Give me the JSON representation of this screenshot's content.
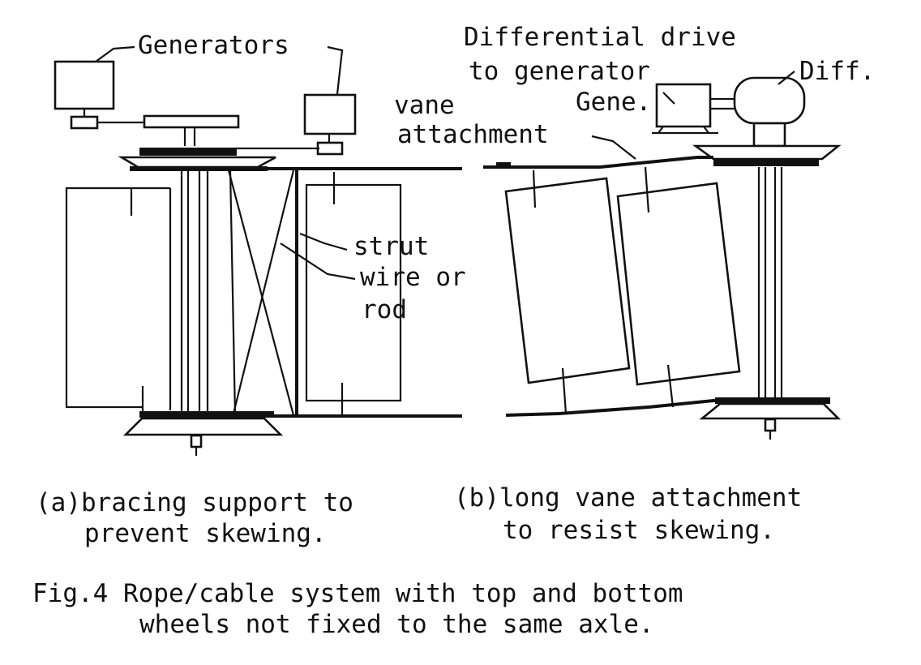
{
  "figure": {
    "labels": {
      "generators": "Generators",
      "differential_line1": "Differential drive",
      "differential_line2": "to generator",
      "diff": "Diff.",
      "gene": "Gene.",
      "vane_line1": "vane",
      "vane_line2": "attachment",
      "strut": "strut",
      "wire_or": "wire or",
      "rod": "rod"
    },
    "captions": {
      "a_line1": "(a)bracing support to",
      "a_line2": "prevent skewing.",
      "b_line1": "(b)long vane attachment",
      "b_line2": "to resist skewing.",
      "fig_line1": "Fig.4 Rope/cable system with top and bottom",
      "fig_line2": "wheels not fixed to the same axle."
    }
  }
}
